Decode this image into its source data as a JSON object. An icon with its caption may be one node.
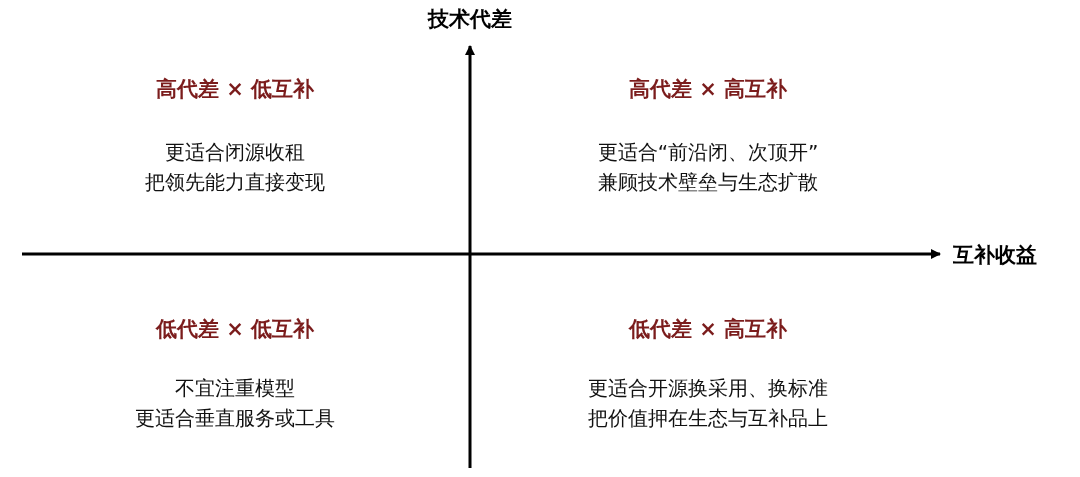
{
  "diagram": {
    "labels": [
      "技术代差",
      "高代差 × 低互补",
      "高代差 × 高互补",
      "更适合闭源收租",
      "更适合“前沿闭、次顶开”",
      "把领先能力直接变现",
      "兼顾技术壁垒与生态扩散",
      "互补收益",
      "低代差 × 低互补",
      "低代差 × 高互补",
      "不宜注重模型",
      "更适合开源换采用、换标准",
      "更适合垂直服务或工具",
      "把价值押在生态与互补品上"
    ]
  }
}
